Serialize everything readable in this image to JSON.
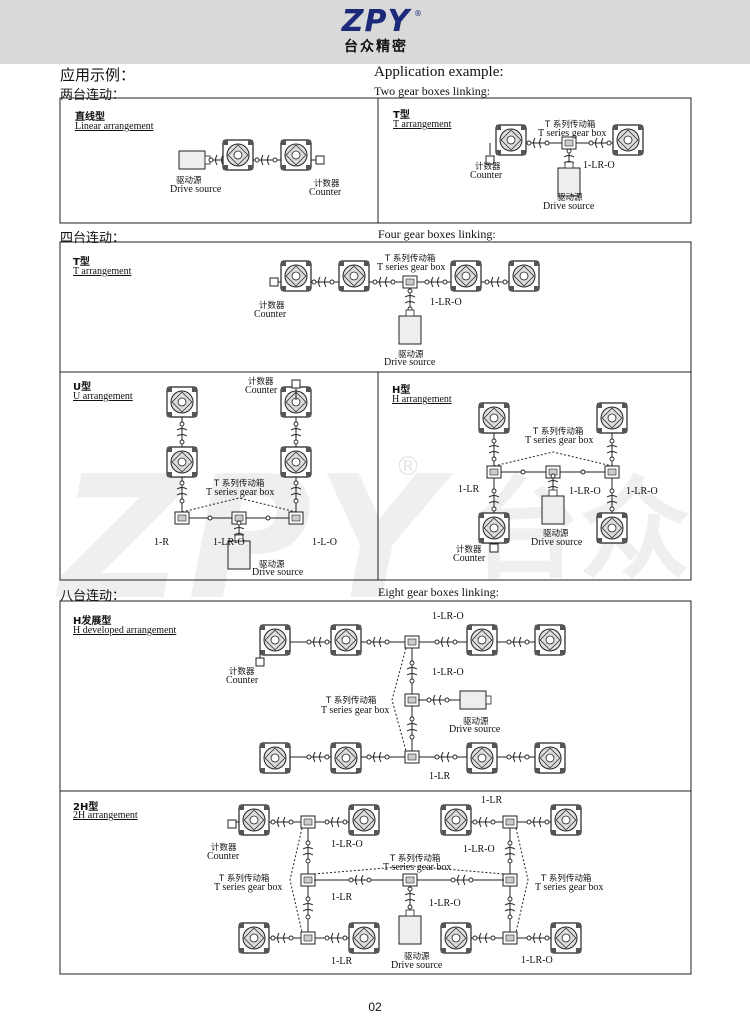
{
  "header": {
    "logo_text": "ZPY",
    "logo_reg": "®",
    "logo_cn": "台众精密"
  },
  "intro": {
    "cn": "应用示例：",
    "en": "Application example:"
  },
  "sections": {
    "two": {
      "cn": "两台连动：",
      "en": "Two gear boxes linking:"
    },
    "four": {
      "cn": "四台连动：",
      "en": "Four gear boxes linking:"
    },
    "eight": {
      "cn": "八台连动：",
      "en": "Eight gear boxes linking:"
    }
  },
  "panels": {
    "linear": {
      "cn": "直线型",
      "en": "Linear arrangement"
    },
    "t2": {
      "cn": "T型",
      "en": "T arrangement"
    },
    "t4": {
      "cn": "T型",
      "en": "T arrangement"
    },
    "u": {
      "cn": "U型",
      "en": "U  arrangement"
    },
    "h": {
      "cn": "H型",
      "en": "H  arrangement"
    },
    "hdev": {
      "cn": "H发展型",
      "en": "H developed arrangement"
    },
    "h2": {
      "cn": "2H型",
      "en": "2H arrangement"
    }
  },
  "labels": {
    "drive_cn": "驱动源",
    "drive_en": "Drive source",
    "counter_cn": "计数器",
    "counter_en": "Counter",
    "tbox_cn": "T 系列传动箱",
    "tbox_en": "T series gear box",
    "code_lro": "1-LR-O",
    "code_lr": "1-LR",
    "code_r": "1-R",
    "code_lo": "1-L-O"
  },
  "watermark": {
    "text": "ZPY",
    "reg": "®",
    "cn": "台众"
  },
  "page_number": "02"
}
